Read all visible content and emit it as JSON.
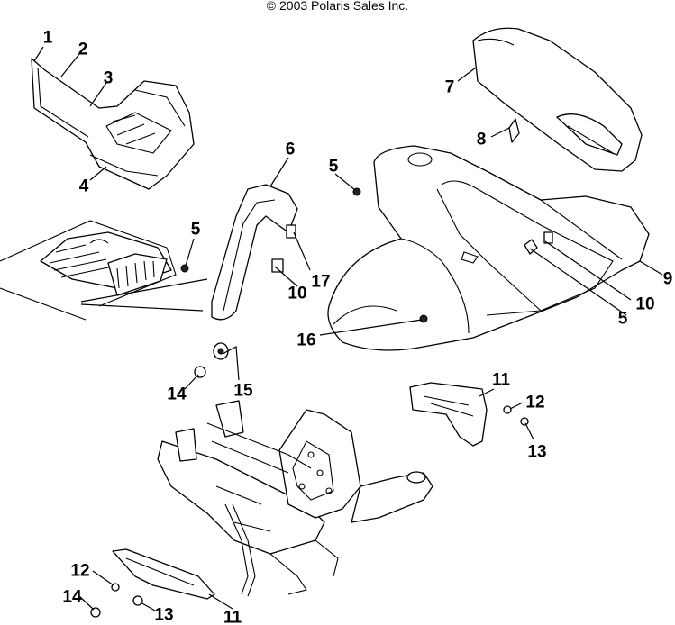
{
  "copyright": "© 2003 Polaris Sales Inc.",
  "callouts": [
    {
      "id": "c1",
      "text": "1"
    },
    {
      "id": "c2",
      "text": "2"
    },
    {
      "id": "c3",
      "text": "3"
    },
    {
      "id": "c4",
      "text": "4"
    },
    {
      "id": "c5a",
      "text": "5"
    },
    {
      "id": "c5b",
      "text": "5"
    },
    {
      "id": "c5c",
      "text": "5"
    },
    {
      "id": "c6",
      "text": "6"
    },
    {
      "id": "c7",
      "text": "7"
    },
    {
      "id": "c8",
      "text": "8"
    },
    {
      "id": "c9",
      "text": "9"
    },
    {
      "id": "c10a",
      "text": "10"
    },
    {
      "id": "c10b",
      "text": "10"
    },
    {
      "id": "c11a",
      "text": "11"
    },
    {
      "id": "c11b",
      "text": "11"
    },
    {
      "id": "c12a",
      "text": "12"
    },
    {
      "id": "c12b",
      "text": "12"
    },
    {
      "id": "c13a",
      "text": "13"
    },
    {
      "id": "c13b",
      "text": "13"
    },
    {
      "id": "c14a",
      "text": "14"
    },
    {
      "id": "c14b",
      "text": "14"
    },
    {
      "id": "c15",
      "text": "15"
    },
    {
      "id": "c16",
      "text": "16"
    },
    {
      "id": "c17",
      "text": "17"
    }
  ]
}
